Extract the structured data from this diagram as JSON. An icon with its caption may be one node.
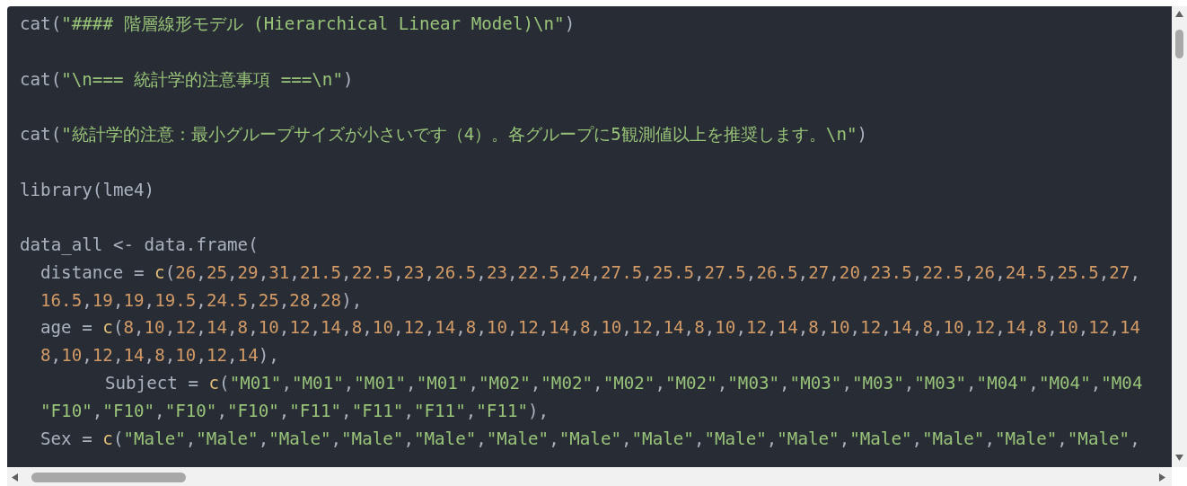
{
  "diagram": {
    "labels": [
      "cat(\"#### 階層線形モデル (Hierarchical Linear Model)\\n\")",
      "cat(\"\\n=== 統計学的注意事項 ===\\n\")",
      "cat(\"統計学的注意：最小グループサイズが小さいです（4）。各グループに5観測値以上を推奨します。\\n\")",
      "library(lme4)",
      "data_all <- data.frame(",
      "distance = c(26,25,29,31,21.5,22.5,23,26.5,23,22.5,24,27.5,25.5,27.5,26.5,27,20,23.5,22.5,26,24.5,25.5,27,",
      "16.5,19,19,19.5,24.5,25,28,28),",
      "age = c(8,10,12,14,8,10,12,14,8,10,12,14,8,10,12,14,8,10,12,14,8,10,12,14,8,10,12,14,8,10,12,14,8,10,12,14",
      "8,10,12,14,8,10,12,14),",
      "Subject = c(\"M01\",\"M01\",\"M01\",\"M01\",\"M02\",\"M02\",\"M02\",\"M02\",\"M03\",\"M03\",\"M03\",\"M03\",\"M04\",\"M04\",\"M04",
      "\"F10\",\"F10\",\"F10\",\"F10\",\"F11\",\"F11\",\"F11\",\"F11\"),",
      "Sex = c(\"Male\",\"Male\",\"Male\",\"Male\",\"Male\",\"Male\",\"Male\",\"Male\",\"Male\",\"Male\",\"Male\",\"Male\",\"Male\",\"Male\","
    ]
  }
}
